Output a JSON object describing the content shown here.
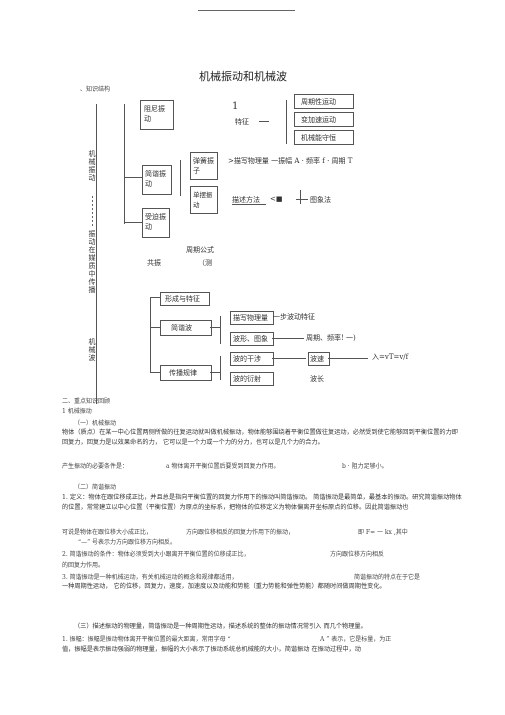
{
  "doc": {
    "title": "机械振动和机械波",
    "section_structure": "、知识结构",
    "section_review": "二、重点知识回顾",
    "review_sub": "1 机械振动"
  },
  "diagram": {
    "left_vert1": "机械振动",
    "left_vert2": "振动在媒质中传播",
    "left_vert3": "机械波",
    "box_free_vib": "阻尼振动",
    "num_one": "1",
    "feature_label": "特征",
    "box_periodic": "周期性运动",
    "box_var_accel": "变加速运动",
    "box_mech_energy": "机械能守恒",
    "box_shm": "简谐振动",
    "box_spring": "弹簧振子",
    "box_pendulum": "单摆振动",
    "desc_quantity": ">描写物理量 一振幅 A · 频率 f · 周期 T",
    "desc_method": "描述方法",
    "arrow_sym": "<■",
    "image_method": "图象法",
    "box_forced": "受迫振动",
    "period_formula": "周期公式",
    "resonance": "共振",
    "paren": "（测",
    "box_form": "形成与特征",
    "box_shwave": "简谐波",
    "box_wave_quantity": "描写物理量",
    "wave_quantity_rest": "一步波动特征",
    "box_wave_graph": "波形、图象",
    "wave_period_freq": "周期、频率! 一)",
    "box_propagation": "传播规律",
    "box_interference": "波的干涉",
    "wave_speed_box": "波速",
    "wave_speed_formula": "入=vT=v/f",
    "box_diffraction": "波的衍射",
    "wavelength": "波长"
  },
  "text": {
    "h_mech_vib": "（一）机械振动",
    "p1": "物体（质点）在某一中心位置两侧所做的往复运动就叫做机械振动，物体能够围绕着平衡位置做往复运动，必然受到使它能够回到平衡位置的力即回复力，回复力是以效果命名的力， 它可以是一个力或一个力的分力，也可以是几个力的合力。",
    "p2_a": "产生振动的必要条件是：",
    "p2_b": "a 物体离开平衡位置后要受到回复力作用。",
    "p2_c": "b · 阻力足够小。",
    "h_shm": "（二）简谐振动",
    "p3": "1. 定义：物体在跟位移成正比，并且总是指向平衡位置的回复力作用下的振动叫简谐振动。 简谐振动是最简单，最基本的振动。研究简谐振动物体的位置，常常建立以中心位置（平衡位置）为原点的坐标系，把物体的位移定义为物体偏离开坐标原点的位移。因此简谐振动也",
    "p4_a": "可说是物体在跟位移大小成正比，",
    "p4_b": "方向跟位移相反的回复力作用下的振动，",
    "p4_c": "即 F= 一 kx ,其中",
    "p5": "“—” 号表示力方向跟位移方向相反。",
    "p6_a": "2. 简谐振动的条件：物体必须受到大小跟离开平衡位置的位移成正比，",
    "p6_b": "方向跟位移方向相反",
    "p7": "的回复力作用。",
    "p8_a": "3. 简谐振动是一种机械运动，有关机械运动的概念和规律都适用，",
    "p8_b": "简谐振动的特点在于它是",
    "p9": "一种周期性运动， 它的位移，回复力，速度，加速度以及动能和势能（重力势能和弹性势能）都随时间做周期性变化。",
    "h_shm_desc": "（三）描述振动的物理量，简谐振动是一种周期性运动，描述系统的整体的振动情况常引入 而几个物理量。",
    "p10_a": "1. 振幅：振幅是振动物体离开平衡位置的最大距离，常用字母 “",
    "p10_b": "A ” 表示，它是标量，为正",
    "p11": "值，振幅是表示振动强弱的物理量，振幅的大小表示了振动系统总机械能的大小，简谐振动 在振动过程中，动"
  }
}
